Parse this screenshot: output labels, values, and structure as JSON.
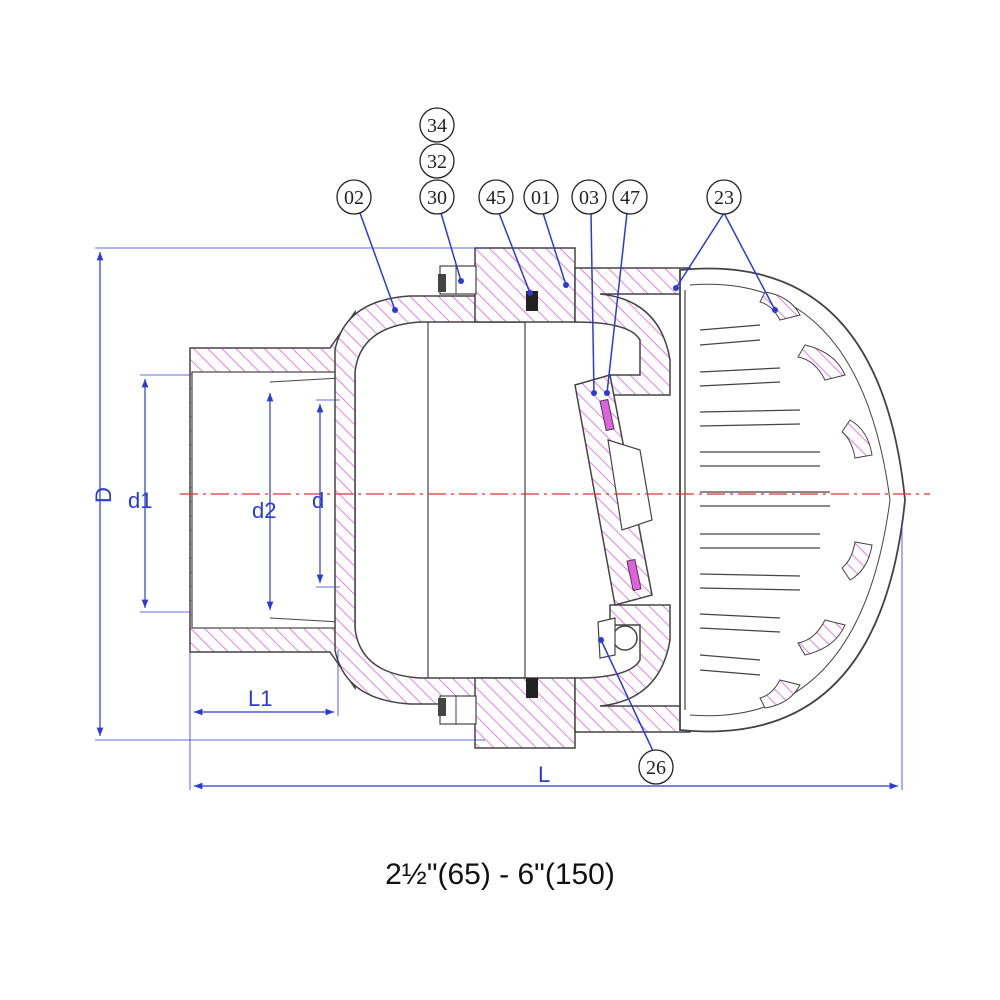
{
  "drawing": {
    "caption": "2½\"(65)  - 6\"(150)",
    "colors": {
      "hatch": "#e060e0",
      "outline": "#444444",
      "dimension": "#2a3bd6",
      "leader": "#2a3bd6",
      "centerline": "#e03030"
    },
    "part_callouts": [
      {
        "id": "34"
      },
      {
        "id": "32"
      },
      {
        "id": "30"
      },
      {
        "id": "02"
      },
      {
        "id": "45"
      },
      {
        "id": "01"
      },
      {
        "id": "03"
      },
      {
        "id": "47"
      },
      {
        "id": "23"
      },
      {
        "id": "26"
      }
    ],
    "dimension_labels": {
      "D": "D",
      "d1": "d1",
      "d2": "d2",
      "d": "d",
      "L1": "L1",
      "L": "L"
    }
  }
}
